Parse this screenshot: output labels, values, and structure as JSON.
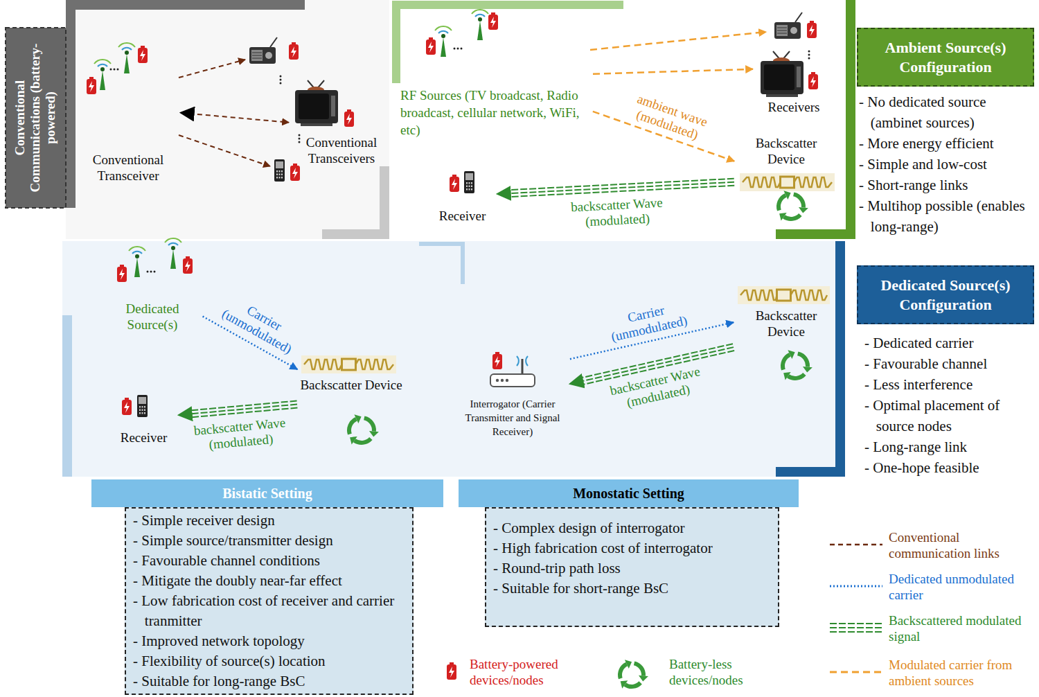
{
  "diagram": {
    "nodes": [
      {
        "text": [
          "Conventional Communications (battery-powered)"
        ]
      },
      {
        "text": [
          "Conventional Transceiver"
        ],
        "in": 0
      },
      {
        "text": [
          "Conventional Transceivers"
        ],
        "in": 0
      },
      {
        "text": [
          "Ambient Source(s) Configuration",
          "- No dedicated source (ambinet sources)",
          "- More energy efficient",
          "- Simple and low-cost",
          "- Short-range links",
          "- Multihop possible (enables long-range)"
        ]
      },
      {
        "text": [
          "RF Sources (TV broadcast, Radio broadcast, cellular network, WiFi, etc)"
        ],
        "in": 3
      },
      {
        "text": [
          "Receivers"
        ],
        "in": 3
      },
      {
        "text": [
          "Backscatter Device"
        ],
        "in": 3
      },
      {
        "text": [
          "Receiver"
        ],
        "in": 3
      },
      {
        "text": [
          "Dedicated Source(s) Configuration",
          "- Dedicated carrier",
          "- Favourable channel",
          "- Less interference",
          "- Optimal placement of source nodes",
          "- Long-range link",
          "- One-hope feasible"
        ]
      },
      {
        "text": [
          "Dedicated Source(s)"
        ],
        "in": 8
      },
      {
        "text": [
          "Backscatter Device"
        ],
        "in": 8
      },
      {
        "text": [
          "Receiver"
        ],
        "in": 8
      },
      {
        "text": [
          "Interrogator (Carrier Transmitter and Signal Receiver)"
        ],
        "in": 8
      },
      {
        "text": [
          "Backscatter Device"
        ],
        "in": 8
      },
      {
        "text": [
          "Bistatic Setting",
          "- Simple receiver design",
          "- Simple source/transmitter design",
          "- Favourable channel conditions",
          "- Mitigate the doubly near-far effect",
          "- Low fabrication cost of receiver and carrier tranmitter",
          "- Improved network topology",
          "- Flexibility of source(s) location",
          "- Suitable for long-range BsC"
        ]
      },
      {
        "text": [
          "Monostatic Setting",
          "- Complex design of interrogator",
          "- High fabrication cost of interrogator",
          "- Round-trip path loss",
          "- Suitable for short-range BsC"
        ]
      }
    ],
    "edges": [
      {
        "from": 1,
        "to": 2,
        "arrow": "both"
      },
      {
        "from": 4,
        "to": 5,
        "arrow": "to"
      },
      {
        "from": 4,
        "to": 6,
        "label": "ambient wave (modulated)",
        "arrow": "to"
      },
      {
        "from": 6,
        "to": 7,
        "label": "backscatter Wave (modulated)",
        "arrow": "to"
      },
      {
        "from": 9,
        "to": 10,
        "label": "Carrier (unmodulated)",
        "arrow": "to"
      },
      {
        "from": 10,
        "to": 11,
        "label": "backscatter Wave (modulated)",
        "arrow": "to"
      },
      {
        "from": 12,
        "to": 13,
        "label": "Carrier (unmodulated)",
        "arrow": "to"
      },
      {
        "from": 13,
        "to": 12,
        "label": "backscatter Wave (modulated)",
        "arrow": "to"
      }
    ],
    "legend": [
      {
        "text": "Conventional communication links"
      },
      {
        "text": "Dedicated unmodulated carrier"
      },
      {
        "text": "Backscattered modulated signal"
      },
      {
        "text": "Modulated carrier from ambient sources"
      },
      {
        "text": "Battery-powered devices/nodes"
      },
      {
        "text": "Battery-less devices/nodes"
      }
    ]
  }
}
